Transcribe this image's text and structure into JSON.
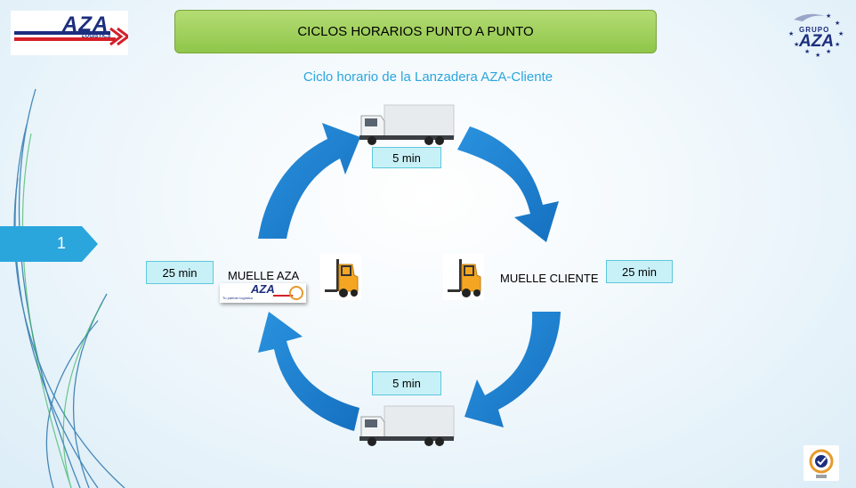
{
  "header": {
    "logo_text": "AZA",
    "logo_subtext": "LOGISTICS",
    "title": "CICLOS HORARIOS PUNTO A PUNTO",
    "group_logo_top": "GRUPO",
    "group_logo_main": "AZA"
  },
  "subtitle": "Ciclo horario de la Lanzadera AZA-Cliente",
  "slide_number": "1",
  "cycle": {
    "top_time": "5 min",
    "bottom_time": "5 min",
    "left_time": "25 min",
    "right_time": "25 min",
    "left_label": "MUELLE AZA",
    "right_label": "MUELLE CLIENTE",
    "small_logo_text": "AZA",
    "small_logo_sub": "Tu partner logístico"
  },
  "colors": {
    "arrow_blue": "#1a7fd0",
    "title_green": "#9fd05a",
    "subtitle_blue": "#2aa6dd",
    "time_box_fill": "#c8f1f7",
    "brand_navy": "#1c2e7e"
  },
  "icons": [
    "truck-icon",
    "forklift-icon",
    "sgs-cert-icon",
    "aza-logo",
    "grupo-aza-logo"
  ]
}
